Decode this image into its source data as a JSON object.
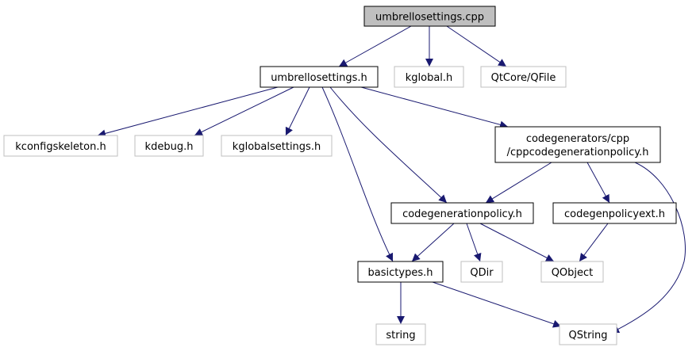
{
  "diagram": {
    "colors": {
      "edge": "#191970",
      "border_project": "#000000",
      "border_external": "#bfbfbf",
      "root_fill": "#bfbfbf",
      "node_fill": "#ffffff"
    },
    "nodes": [
      {
        "id": "umbrellosettings_cpp",
        "lines": [
          "umbrellosettings.cpp"
        ],
        "style": "root"
      },
      {
        "id": "umbrellosettings_h",
        "lines": [
          "umbrellosettings.h"
        ],
        "style": "project"
      },
      {
        "id": "kglobal_h",
        "lines": [
          "kglobal.h"
        ],
        "style": "external"
      },
      {
        "id": "qtcore_qfile",
        "lines": [
          "QtCore/QFile"
        ],
        "style": "external"
      },
      {
        "id": "kconfigskeleton_h",
        "lines": [
          "kconfigskeleton.h"
        ],
        "style": "external"
      },
      {
        "id": "kdebug_h",
        "lines": [
          "kdebug.h"
        ],
        "style": "external"
      },
      {
        "id": "kglobalsettings_h",
        "lines": [
          "kglobalsettings.h"
        ],
        "style": "external"
      },
      {
        "id": "cppcodegenerationpolicy_h",
        "lines": [
          "codegenerators/cpp",
          "/cppcodegenerationpolicy.h"
        ],
        "style": "project"
      },
      {
        "id": "codegenerationpolicy_h",
        "lines": [
          "codegenerationpolicy.h"
        ],
        "style": "project"
      },
      {
        "id": "codegenpolicyext_h",
        "lines": [
          "codegenpolicyext.h"
        ],
        "style": "project"
      },
      {
        "id": "basictypes_h",
        "lines": [
          "basictypes.h"
        ],
        "style": "project"
      },
      {
        "id": "qdir",
        "lines": [
          "QDir"
        ],
        "style": "external"
      },
      {
        "id": "qobject",
        "lines": [
          "QObject"
        ],
        "style": "external"
      },
      {
        "id": "string",
        "lines": [
          "string"
        ],
        "style": "external"
      },
      {
        "id": "qstring",
        "lines": [
          "QString"
        ],
        "style": "external"
      }
    ],
    "edges": [
      {
        "from": "umbrellosettings_cpp",
        "to": "umbrellosettings_h"
      },
      {
        "from": "umbrellosettings_cpp",
        "to": "kglobal_h"
      },
      {
        "from": "umbrellosettings_cpp",
        "to": "qtcore_qfile"
      },
      {
        "from": "umbrellosettings_h",
        "to": "kconfigskeleton_h"
      },
      {
        "from": "umbrellosettings_h",
        "to": "kdebug_h"
      },
      {
        "from": "umbrellosettings_h",
        "to": "kglobalsettings_h"
      },
      {
        "from": "umbrellosettings_h",
        "to": "cppcodegenerationpolicy_h"
      },
      {
        "from": "umbrellosettings_h",
        "to": "codegenerationpolicy_h"
      },
      {
        "from": "umbrellosettings_h",
        "to": "basictypes_h"
      },
      {
        "from": "cppcodegenerationpolicy_h",
        "to": "codegenerationpolicy_h"
      },
      {
        "from": "cppcodegenerationpolicy_h",
        "to": "codegenpolicyext_h"
      },
      {
        "from": "cppcodegenerationpolicy_h",
        "to": "qstring"
      },
      {
        "from": "codegenerationpolicy_h",
        "to": "basictypes_h"
      },
      {
        "from": "codegenerationpolicy_h",
        "to": "qdir"
      },
      {
        "from": "codegenerationpolicy_h",
        "to": "qobject"
      },
      {
        "from": "codegenpolicyext_h",
        "to": "qobject"
      },
      {
        "from": "basictypes_h",
        "to": "string"
      },
      {
        "from": "basictypes_h",
        "to": "qstring"
      }
    ]
  }
}
